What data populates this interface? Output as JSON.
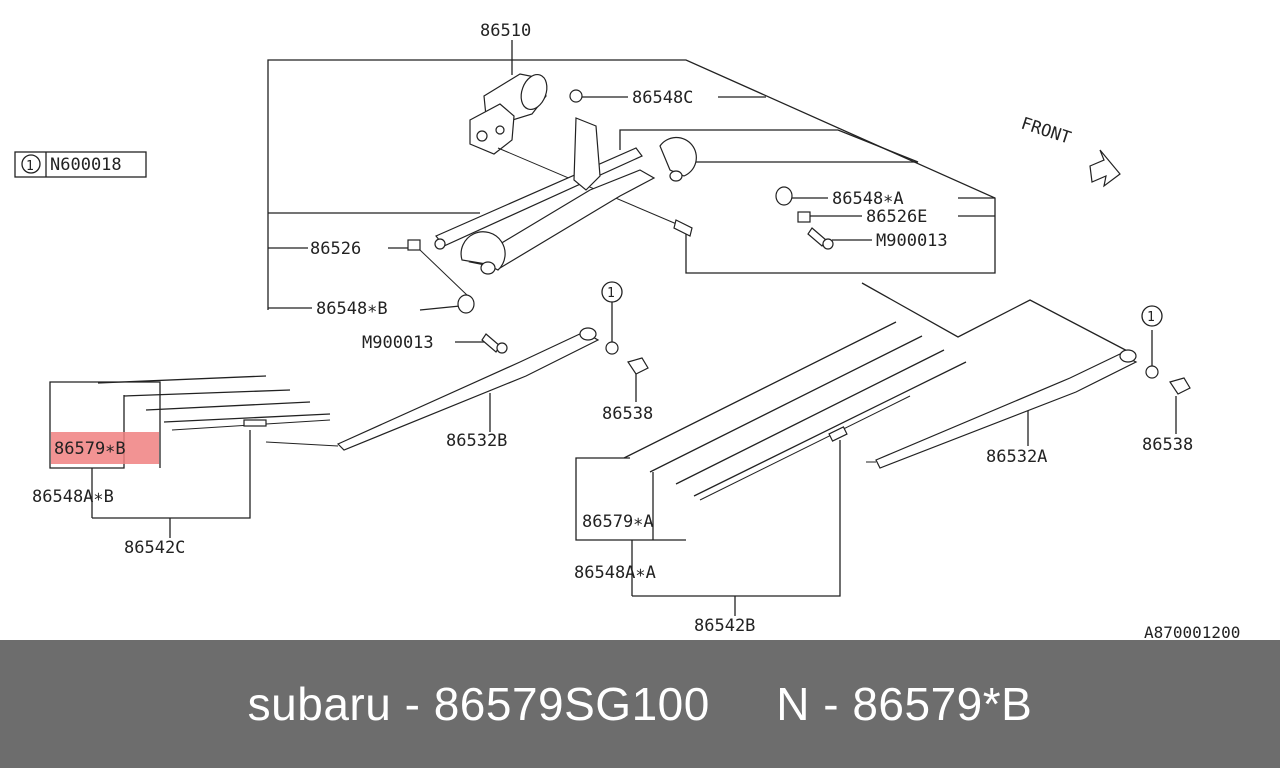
{
  "diagram": {
    "labels": {
      "motor": "86510",
      "grommet_c": "86548C",
      "note_box": "N600018",
      "note_num": "1",
      "grommet_star_a": "86548∗A",
      "bushing_e": "86526E",
      "screw_right": "M900013",
      "link": "86526",
      "grommet_star_b": "86548∗B",
      "screw_left": "M900013",
      "nut_circle_center": "1",
      "cap_center": "86538",
      "arm_b": "86532B",
      "rubber_b": "86579∗B",
      "grommet_ab": "86548A∗B",
      "blade_c": "86542C",
      "arm_a": "86532A",
      "nut_circle_right": "1",
      "cap_right": "86538",
      "rubber_a": "86579∗A",
      "grommet_aa": "86548A∗A",
      "blade_b": "86542B",
      "front": "FRONT",
      "diagram_code": "A870001200"
    },
    "highlight_color": "#f08080"
  },
  "footer": {
    "text": "subaru - 86579SG100     N - 86579*B",
    "background": "#6d6d6d"
  }
}
